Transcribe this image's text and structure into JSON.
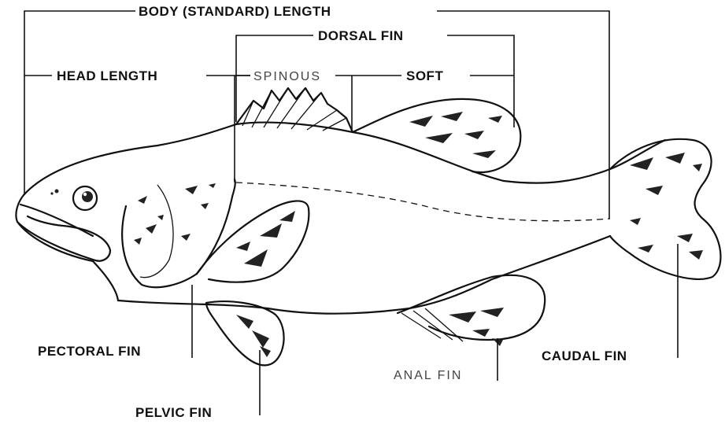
{
  "labels": {
    "body_length": "BODY (STANDARD) LENGTH",
    "dorsal_fin": "DORSAL FIN",
    "head_length": "HEAD LENGTH",
    "spinous": "SPINOUS",
    "soft": "SOFT",
    "pectoral_fin": "PECTORAL FIN",
    "pelvic_fin": "PELVIC FIN",
    "anal_fin": "ANAL FIN",
    "caudal_fin": "CAUDAL FIN"
  }
}
